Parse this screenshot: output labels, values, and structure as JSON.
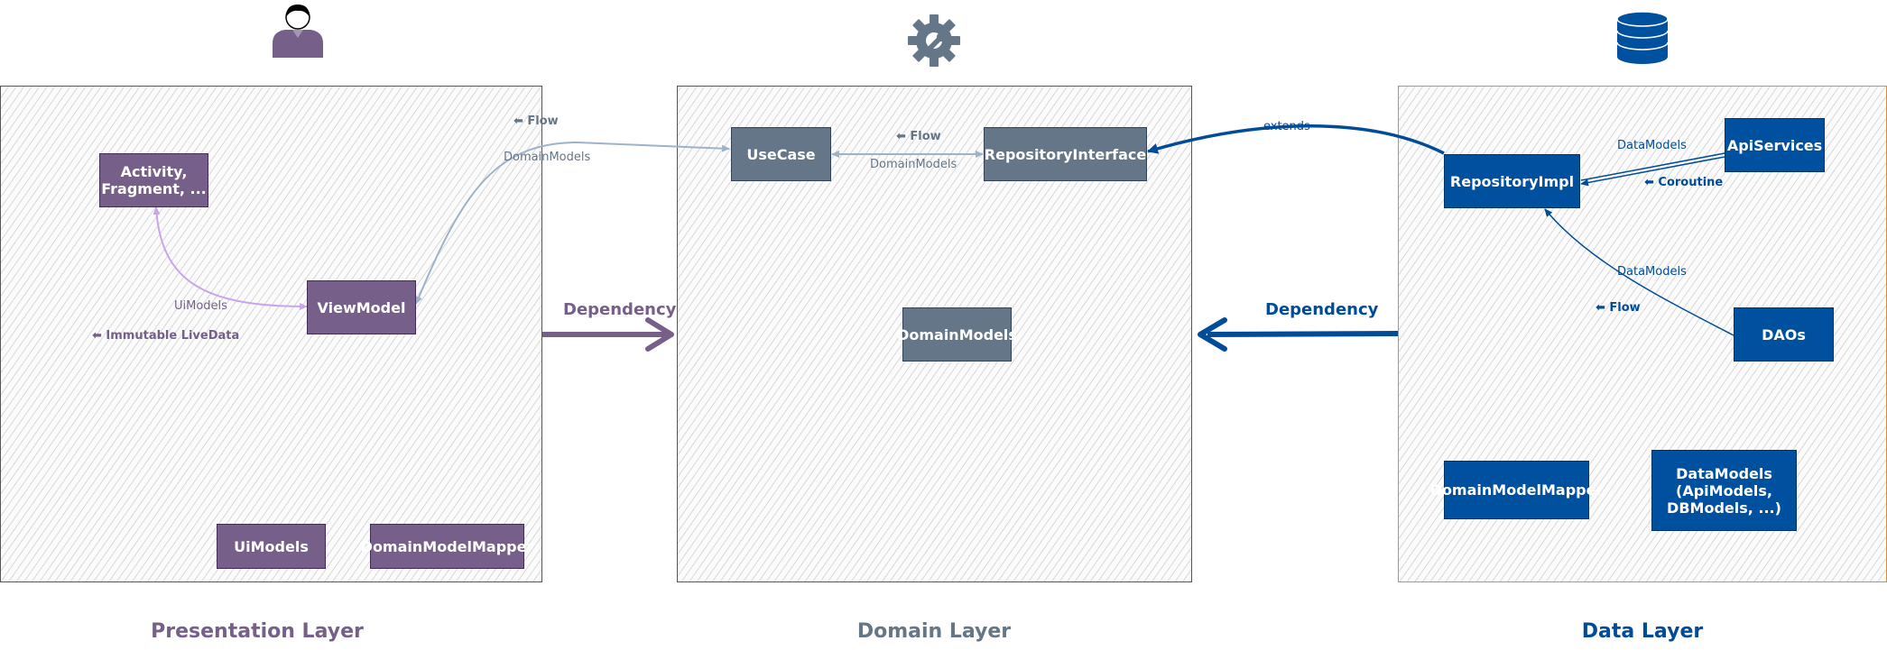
{
  "presentation": {
    "title": "Presentation Layer",
    "nodes": {
      "activity": "Activity,\nFragment, ...",
      "viewmodel": "ViewModel",
      "uimodels": "UiModels",
      "mapper": "DomainModelMapper"
    },
    "labels": {
      "uimodels_edge": "UiModels",
      "immutable_livedata": "⬅ Immutable LiveData",
      "flow": "⬅ Flow",
      "domainmodels_edge": "DomainModels"
    }
  },
  "domain": {
    "title": "Domain Layer",
    "nodes": {
      "usecase": "UseCase",
      "repo_interface": "RepositoryInterface",
      "domainmodels": "DomainModels"
    },
    "labels": {
      "flow": "⬅ Flow",
      "domainmodels_edge": "DomainModels"
    }
  },
  "data": {
    "title": "Data Layer",
    "nodes": {
      "repo_impl": "RepositoryImpl",
      "api_services": "ApiServices",
      "daos": "DAOs",
      "mapper": "DomainModelMapper",
      "datamodels": "DataModels\n(ApiModels,\nDBModels, ...)"
    },
    "labels": {
      "extends": "extends",
      "datamodels_api": "DataModels",
      "coroutine": "⬅ Coroutine",
      "datamodels_dao": "DataModels",
      "flow": "⬅ Flow"
    }
  },
  "dependency_labels": {
    "presentation_to_domain": "Dependency",
    "data_to_domain": "Dependency"
  },
  "icons": {
    "presentation": "user-icon",
    "domain": "gear-icon",
    "data": "database-icon"
  },
  "colors": {
    "presentation": "#76608a",
    "domain": "#647687",
    "data": "#004c99",
    "data_frame": "#d58f3a"
  }
}
